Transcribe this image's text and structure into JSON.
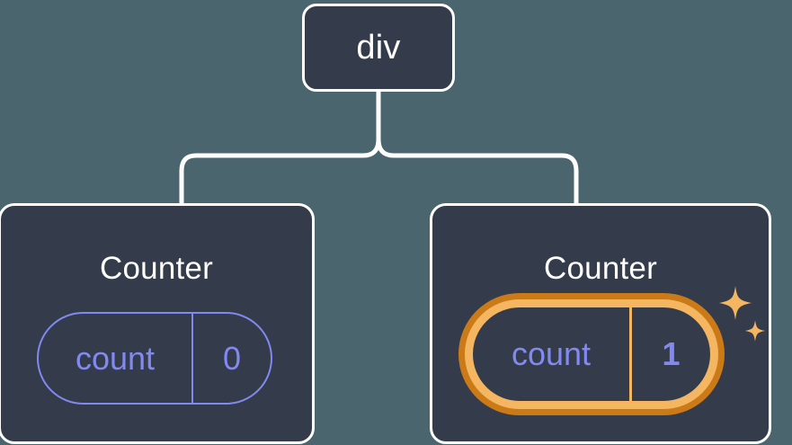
{
  "diagram": {
    "type": "component-tree",
    "background_color": "#4b656f",
    "node_fill_color": "#343b4a",
    "node_border_color": "#ffffff",
    "connector_color": "#ffffff",
    "state_color": "#8289f0",
    "highlight_inner_color": "#f5b661",
    "highlight_outer_color": "#cb7a18",
    "root": {
      "label": "div"
    },
    "children": [
      {
        "label": "Counter",
        "state": {
          "key": "count",
          "value": "0",
          "highlighted": false
        }
      },
      {
        "label": "Counter",
        "state": {
          "key": "count",
          "value": "1",
          "highlighted": true
        },
        "decoration": {
          "icon": "sparkles-icon",
          "color": "#f5b661"
        }
      }
    ]
  }
}
